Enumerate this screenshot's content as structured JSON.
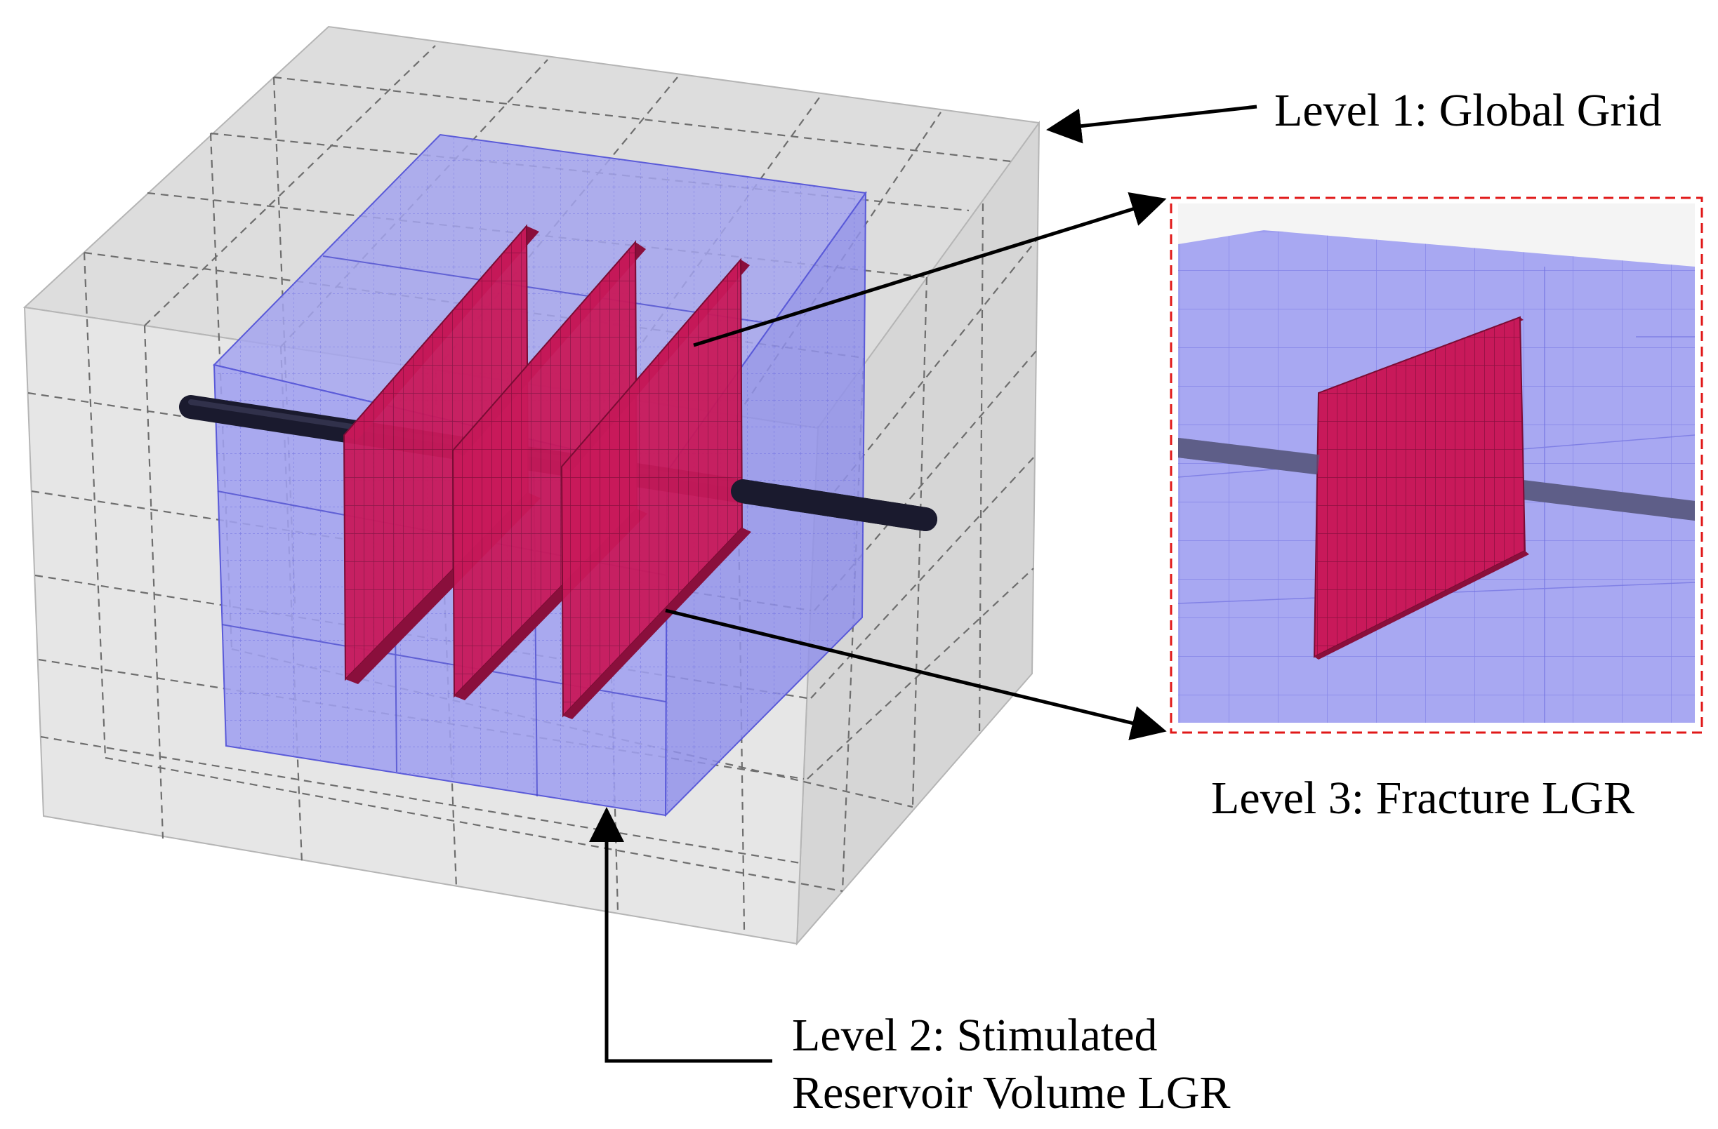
{
  "labels": {
    "level1": "Level 1: Global Grid",
    "level2_line1": "Level 2: Stimulated",
    "level2_line2": "Reservoir Volume LGR",
    "level3": "Level 3: Fracture LGR"
  },
  "colors": {
    "global_grid_fill": "#e3e3e3",
    "global_grid_lines": "#777777",
    "srv_fill": "#9c9cf2",
    "srv_lines": "#5a5ad8",
    "fracture_fill": "#c8195a",
    "fracture_edge": "#8a0f3c",
    "wellbore": "#1a1a2e",
    "inset_border": "#e01818",
    "arrow": "#000000"
  }
}
